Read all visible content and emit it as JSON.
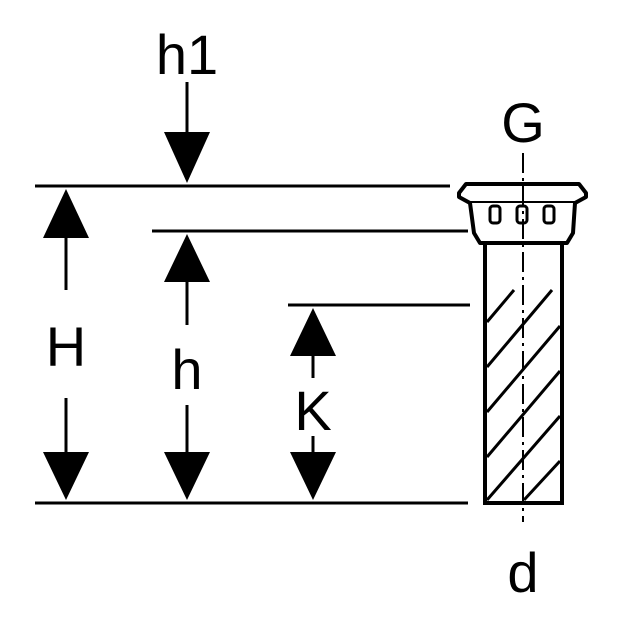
{
  "labels": {
    "h1": "h1",
    "G": "G",
    "H": "H",
    "h": "h",
    "K": "K",
    "d": "d"
  },
  "colors": {
    "line": "#000000",
    "background": "#ffffff"
  }
}
